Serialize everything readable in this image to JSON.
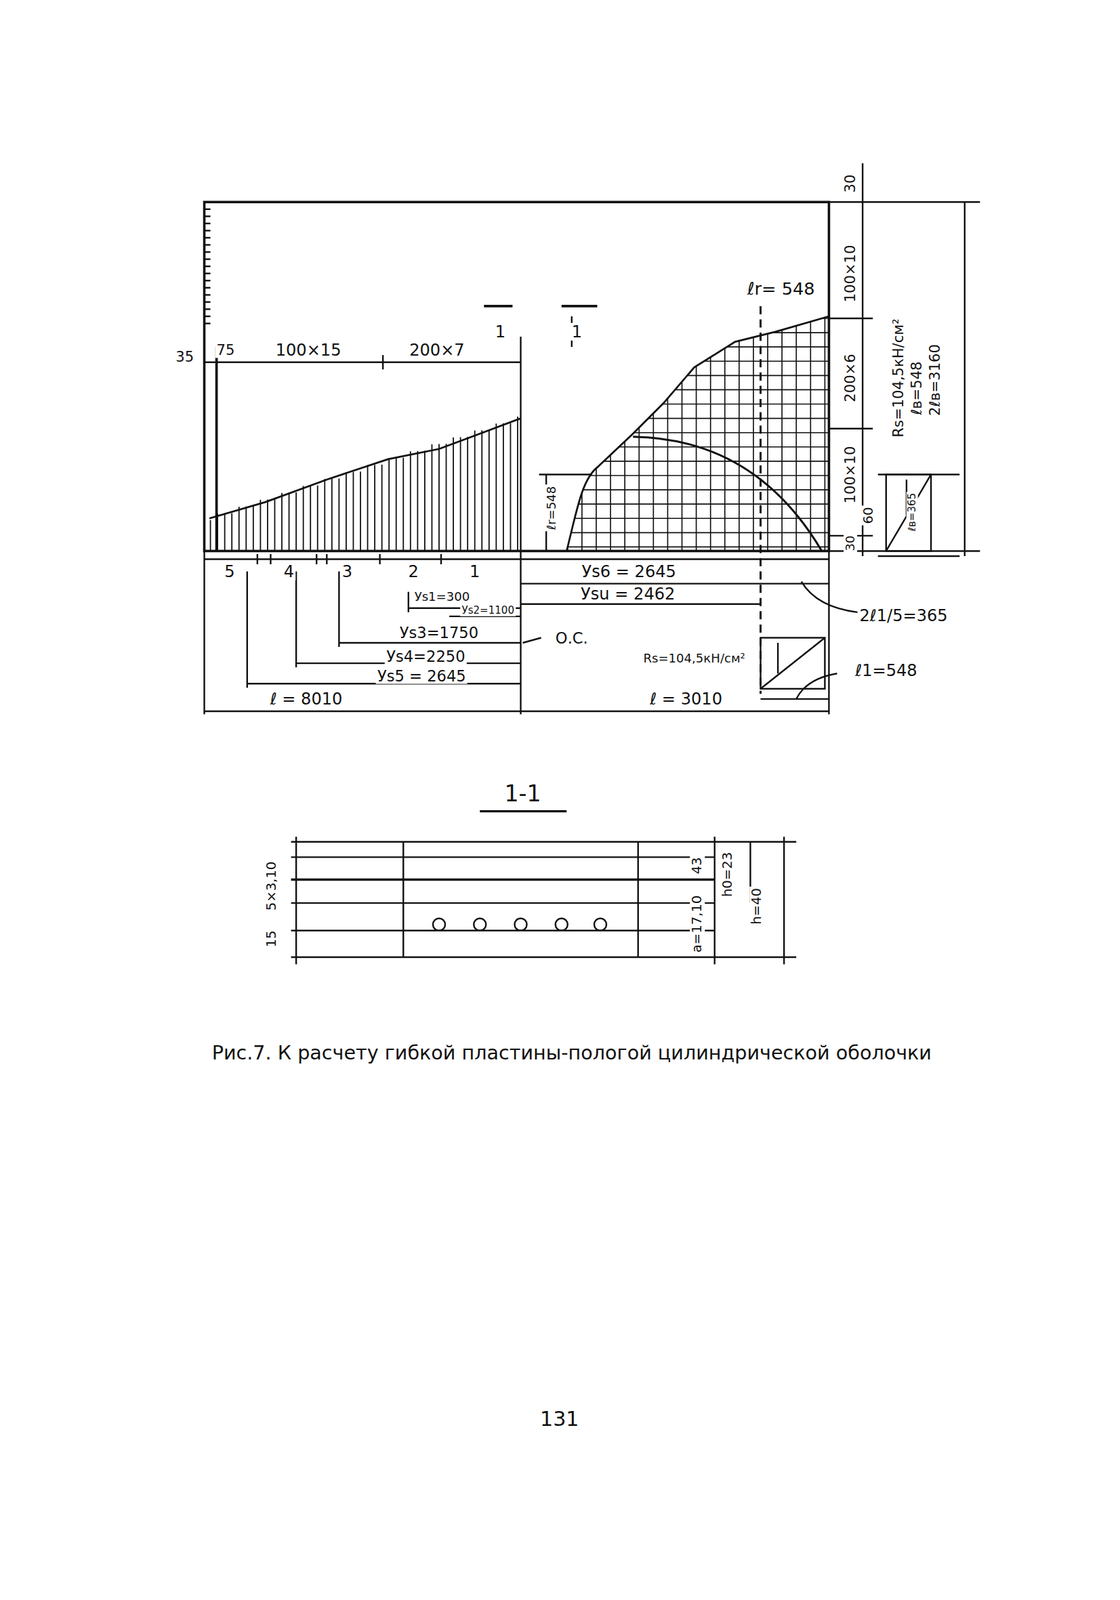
{
  "diagram": {
    "caption": "Рис.7. К расчету гибкой пластины-пологой цилиндрической оболочки",
    "labels": [
      "30",
      "100×10",
      "ℓr= 548",
      "Rs=104,5кН/см²",
      "ℓв=548",
      "2ℓв=3160",
      "200×6",
      "100×10",
      "60",
      "ℓв=365",
      "30",
      "35",
      "75",
      "100×15",
      "200×7",
      "1",
      "1",
      "ℓr=548",
      "5",
      "4",
      "3",
      "2",
      "1",
      "Уs6 = 2645",
      "Уsu = 2462",
      "2ℓ1/5=365",
      "Уs1=300",
      "Уs2=1100",
      "Уs3=1750",
      "Уs4=2250",
      "Уs5 = 2645",
      "О.С.",
      "Rs=104,5кН/см²",
      "ℓ1=548",
      "ℓ = 8010",
      "ℓ = 3010",
      "1-1",
      "5×3,10",
      "15",
      "43",
      "a=17,10",
      "h0=23",
      "h=40",
      "131"
    ]
  }
}
